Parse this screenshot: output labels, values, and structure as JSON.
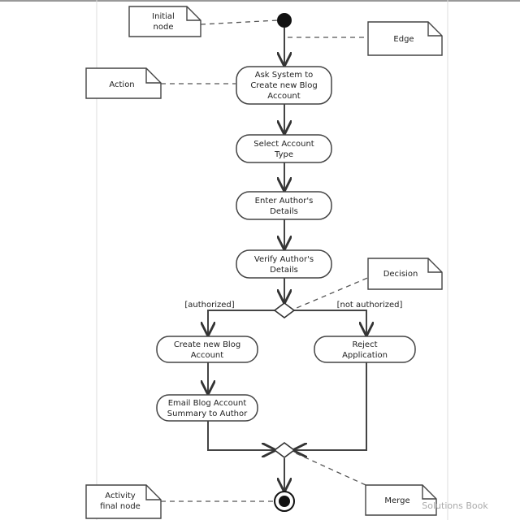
{
  "diagram": {
    "start_label": "",
    "actions": {
      "ask_system": [
        "Ask System to",
        "Create new Blog",
        "Account"
      ],
      "select_type": [
        "Select Account",
        "Type"
      ],
      "enter_details": [
        "Enter Author's",
        "Details"
      ],
      "verify_details": [
        "Verify Author's",
        "Details"
      ],
      "create_account": [
        "Create new Blog",
        "Account"
      ],
      "reject_application": [
        "Reject",
        "Application"
      ],
      "email_summary": [
        "Email Blog Account",
        "Summary to Author"
      ]
    },
    "guards": {
      "authorized": "[authorized]",
      "not_authorized": "[not authorized]"
    },
    "notes": {
      "initial_node": [
        "Initial",
        "node"
      ],
      "edge": [
        "Edge"
      ],
      "action": [
        "Action"
      ],
      "decision": [
        "Decision"
      ],
      "activity_final": [
        "Activity",
        "final node"
      ],
      "merge": [
        "Merge"
      ]
    },
    "watermark": "Solutions Book"
  }
}
